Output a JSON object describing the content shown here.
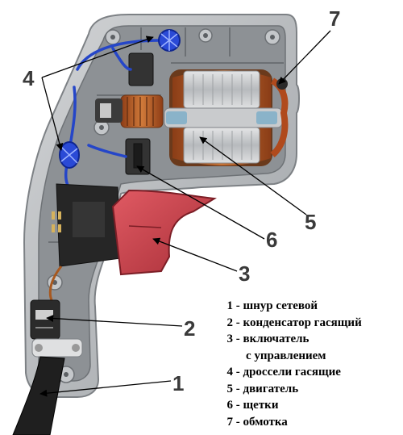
{
  "callouts": [
    "7",
    "4",
    "5",
    "6",
    "3",
    "2",
    "1"
  ],
  "legend": [
    {
      "num": "1",
      "text": " - шнур сетевой"
    },
    {
      "num": "2",
      "text": " - конденсатор гасящий"
    },
    {
      "num": "3",
      "text": " - включатель"
    },
    {
      "num": "",
      "text": "с управлением"
    },
    {
      "num": "4",
      "text": " - дроссели гасящие"
    },
    {
      "num": "5",
      "text": " - двигатель"
    },
    {
      "num": "6",
      "text": " - щетки"
    },
    {
      "num": "7",
      "text": " - обмотка"
    }
  ],
  "colors": {
    "housing": "#b9bcbf",
    "trigger": "#c8414b",
    "wire": "#2546c8",
    "copper": "#b8602a",
    "stator": "#d4d6d8"
  }
}
